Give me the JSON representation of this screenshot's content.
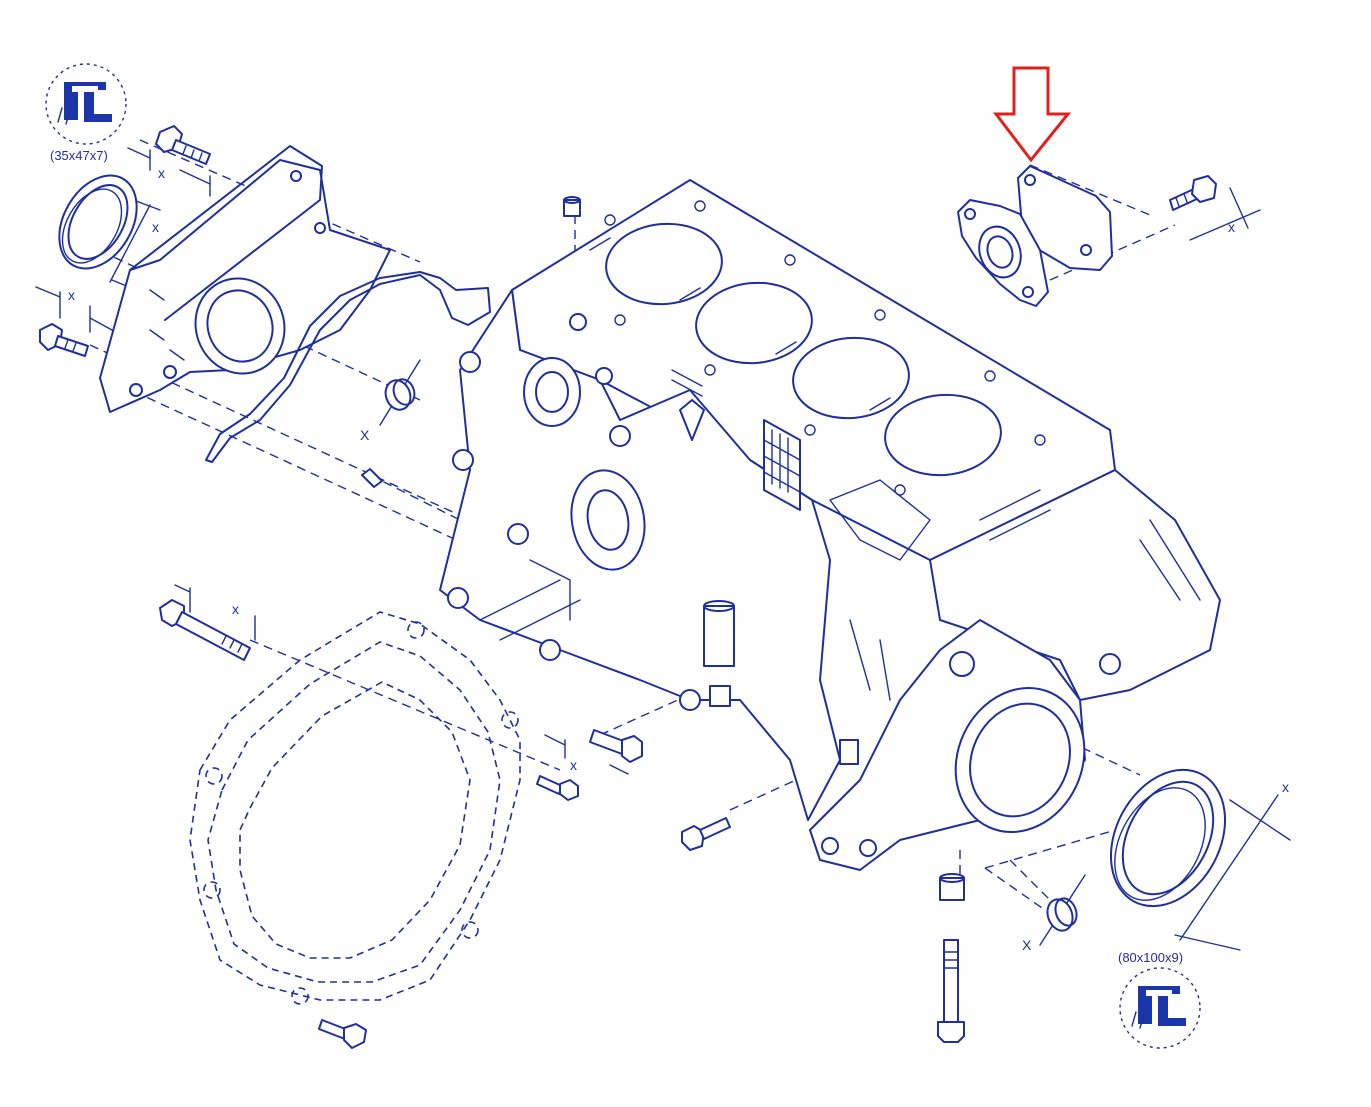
{
  "labels": {
    "seal_front_size": "(35x47x7)",
    "seal_rear_size": "(80x100x9)",
    "dim_x_1": "x",
    "dim_x_2": "x",
    "dim_x_3": "x",
    "dim_x_4": "X",
    "dim_x_5": "x",
    "dim_x_6": "x",
    "dim_x_7": "x",
    "dim_x_8": "X",
    "dim_x_9": "x"
  },
  "icons": {
    "front_seal": "seal-icon",
    "rear_seal": "seal-icon",
    "highlight": "down-arrow-icon"
  },
  "colors": {
    "line": "#1f2f9c",
    "highlight": "#e0201b",
    "seal_icon": "#1a36a8"
  }
}
